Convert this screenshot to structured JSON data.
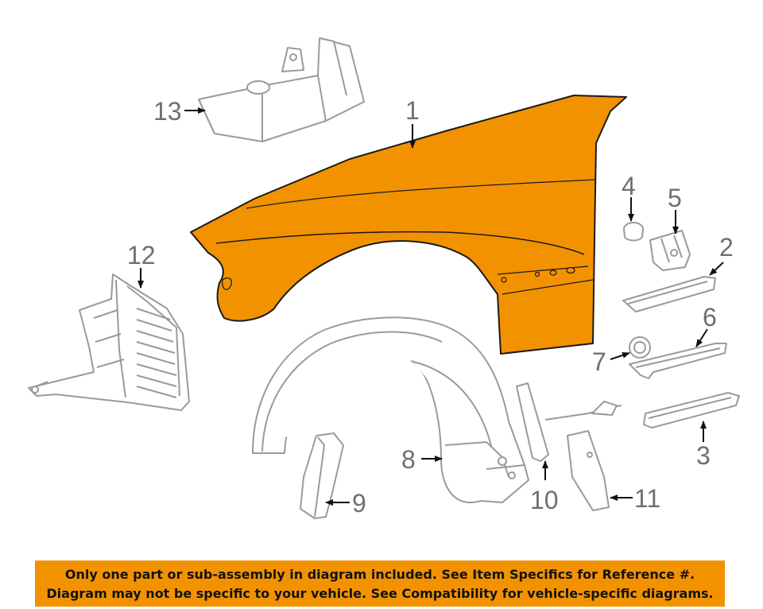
{
  "colors": {
    "highlight": "#f39200",
    "outline": "#9a9a9a",
    "callout_text": "#6f6f6f",
    "banner_bg": "#f39200",
    "banner_text": "#111111"
  },
  "callouts": {
    "c1": "1",
    "c2": "2",
    "c3": "3",
    "c4": "4",
    "c5": "5",
    "c6": "6",
    "c7": "7",
    "c8": "8",
    "c9": "9",
    "c10": "10",
    "c11": "11",
    "c12": "12",
    "c13": "13"
  },
  "banner": {
    "line1": "Only one part or sub-assembly in diagram included. See Item Specifics for Reference #.",
    "line2": "Diagram may not be specific to your vehicle. See Compatibility for vehicle-specific diagrams."
  }
}
